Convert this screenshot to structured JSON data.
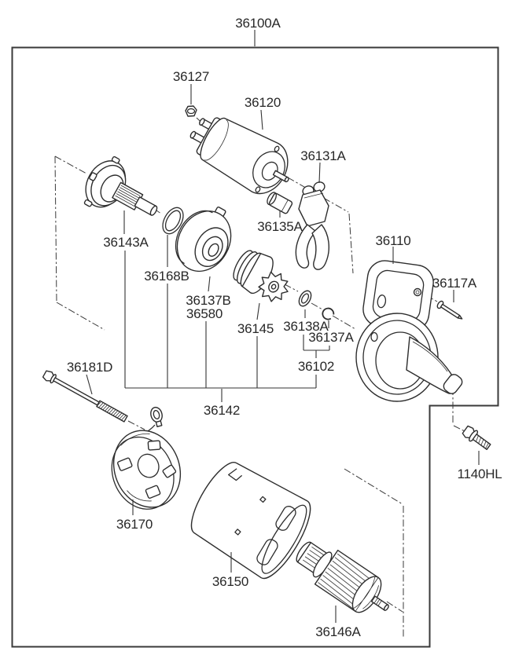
{
  "diagram": {
    "kind": "exploded-parts-diagram",
    "subject": "starter-motor-assembly",
    "colors": {
      "line": "#2d2d2d",
      "border": "#3a3a3a",
      "background": "#ffffff",
      "text": "#282828"
    },
    "callouts": [
      {
        "id": "assembly",
        "code": "36100A"
      },
      {
        "id": "nut",
        "code": "36127"
      },
      {
        "id": "solenoid-switch",
        "code": "36120"
      },
      {
        "id": "shift-lever",
        "code": "36131A"
      },
      {
        "id": "plunger",
        "code": "36135A"
      },
      {
        "id": "front-bracket",
        "code": "36110"
      },
      {
        "id": "screw",
        "code": "36117A"
      },
      {
        "id": "output-shaft",
        "code": "36143A"
      },
      {
        "id": "o-ring",
        "code": "36168B"
      },
      {
        "id": "clutch-cover-a",
        "code": "36137B"
      },
      {
        "id": "clutch-cover-b",
        "code": "36580"
      },
      {
        "id": "overrun-clutch",
        "code": "36145"
      },
      {
        "id": "washer",
        "code": "36138A"
      },
      {
        "id": "stop-ring",
        "code": "36137A"
      },
      {
        "id": "shaft-sub-group",
        "code": "36102"
      },
      {
        "id": "through-bolt",
        "code": "36181D"
      },
      {
        "id": "gear-set-group",
        "code": "36142"
      },
      {
        "id": "brush-holder",
        "code": "36170"
      },
      {
        "id": "yoke-assembly",
        "code": "36150"
      },
      {
        "id": "armature",
        "code": "36146A"
      },
      {
        "id": "mounting-bolt",
        "code": "1140HL"
      }
    ]
  }
}
